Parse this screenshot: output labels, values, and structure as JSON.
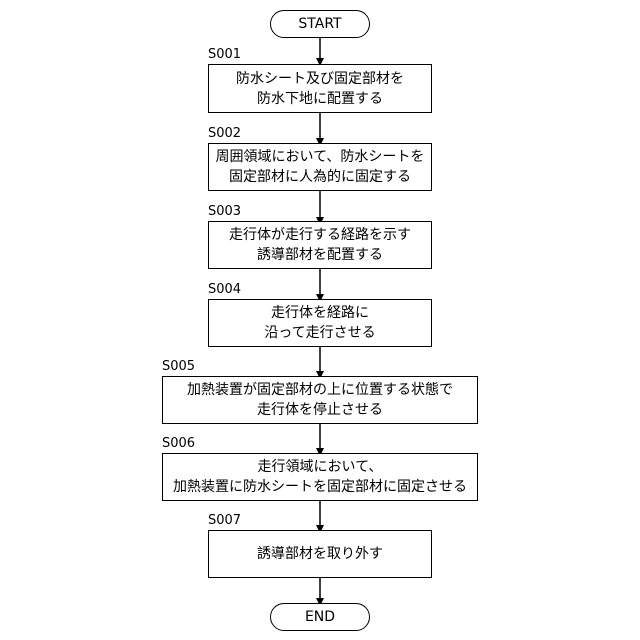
{
  "start": "START",
  "end": "END",
  "steps": [
    {
      "id": "S001",
      "lines": [
        "防水シート及び固定部材を",
        "防水下地に配置する"
      ]
    },
    {
      "id": "S002",
      "lines": [
        "周囲領域において、防水シートを",
        "固定部材に人為的に固定する"
      ]
    },
    {
      "id": "S003",
      "lines": [
        "走行体が走行する経路を示す",
        "誘導部材を配置する"
      ]
    },
    {
      "id": "S004",
      "lines": [
        "走行体を経路に",
        "沿って走行させる"
      ]
    },
    {
      "id": "S005",
      "lines": [
        "加熱装置が固定部材の上に位置する状態で",
        "走行体を停止させる"
      ]
    },
    {
      "id": "S006",
      "lines": [
        "走行領域において、",
        "加熱装置に防水シートを固定部材に固定させる"
      ]
    },
    {
      "id": "S007",
      "lines": [
        "誘導部材を取り外す"
      ]
    }
  ]
}
